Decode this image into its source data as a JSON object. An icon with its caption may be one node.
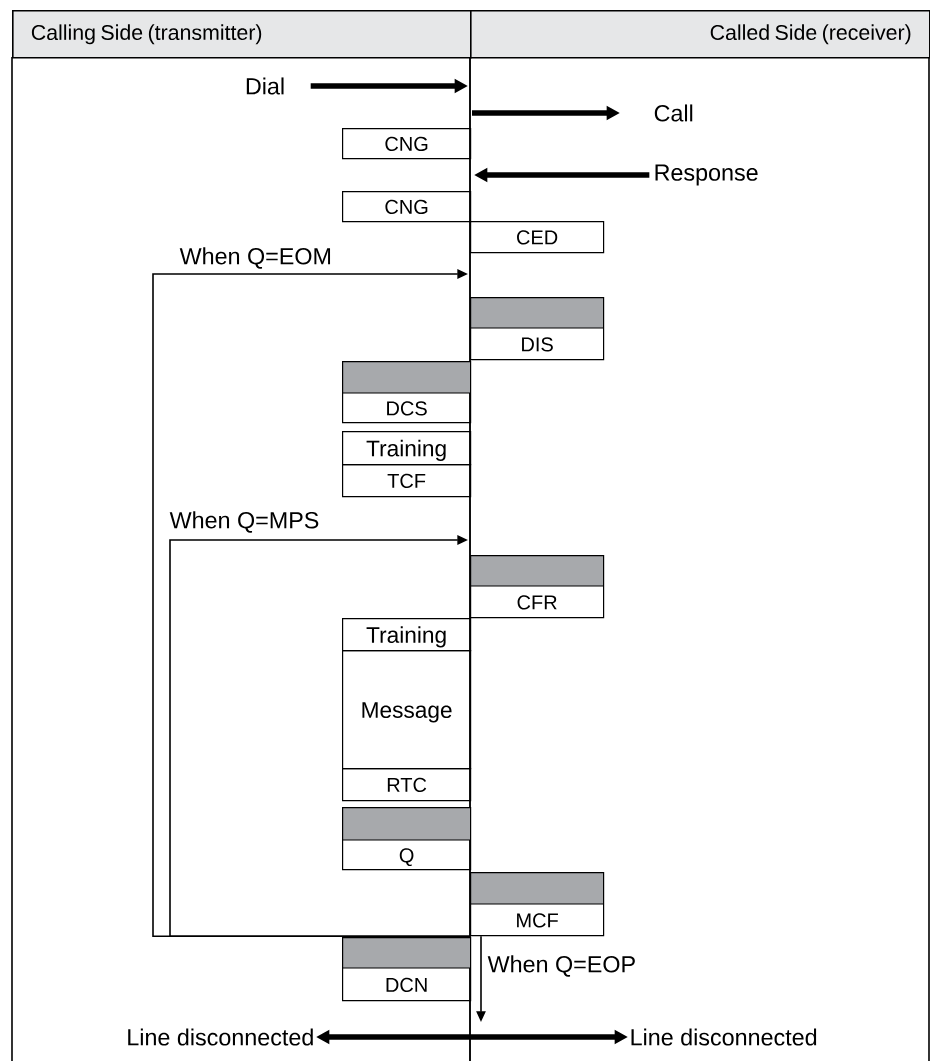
{
  "diagram": {
    "nodes": [
      {
        "text": [
          "Calling Side (transmitter)"
        ]
      },
      {
        "text": [
          "Called Side (receiver)"
        ]
      },
      {
        "text": [
          "Dial"
        ]
      },
      {
        "text": [
          "Call"
        ]
      },
      {
        "text": [
          "CNG"
        ]
      },
      {
        "text": [
          "Response"
        ]
      },
      {
        "text": [
          "CNG"
        ]
      },
      {
        "text": [
          "CED"
        ]
      },
      {
        "text": [
          "DIS"
        ]
      },
      {
        "text": [
          "DCS"
        ]
      },
      {
        "text": [
          "Training"
        ]
      },
      {
        "text": [
          "TCF"
        ]
      },
      {
        "text": [
          "CFR"
        ]
      },
      {
        "text": [
          "Training"
        ]
      },
      {
        "text": [
          "Message"
        ]
      },
      {
        "text": [
          "RTC"
        ]
      },
      {
        "text": [
          "Q"
        ]
      },
      {
        "text": [
          "MCF"
        ]
      },
      {
        "text": [
          "DCN"
        ]
      },
      {
        "text": [
          "Line disconnected"
        ]
      },
      {
        "text": [
          "Line disconnected"
        ]
      }
    ],
    "edges": [
      {
        "from": 2,
        "to": null,
        "arrow": "to"
      },
      {
        "from": null,
        "to": 3,
        "arrow": "to"
      },
      {
        "from": 5,
        "to": null,
        "arrow": "to"
      },
      {
        "from": 17,
        "to": null,
        "arrow": "to",
        "label": "When Q=EOM"
      },
      {
        "from": 17,
        "to": null,
        "arrow": "to",
        "label": "When Q=MPS"
      },
      {
        "from": 17,
        "to": null,
        "arrow": "to",
        "label": "When Q=EOP"
      },
      {
        "from": 19,
        "to": 20,
        "arrow": "both"
      }
    ]
  }
}
